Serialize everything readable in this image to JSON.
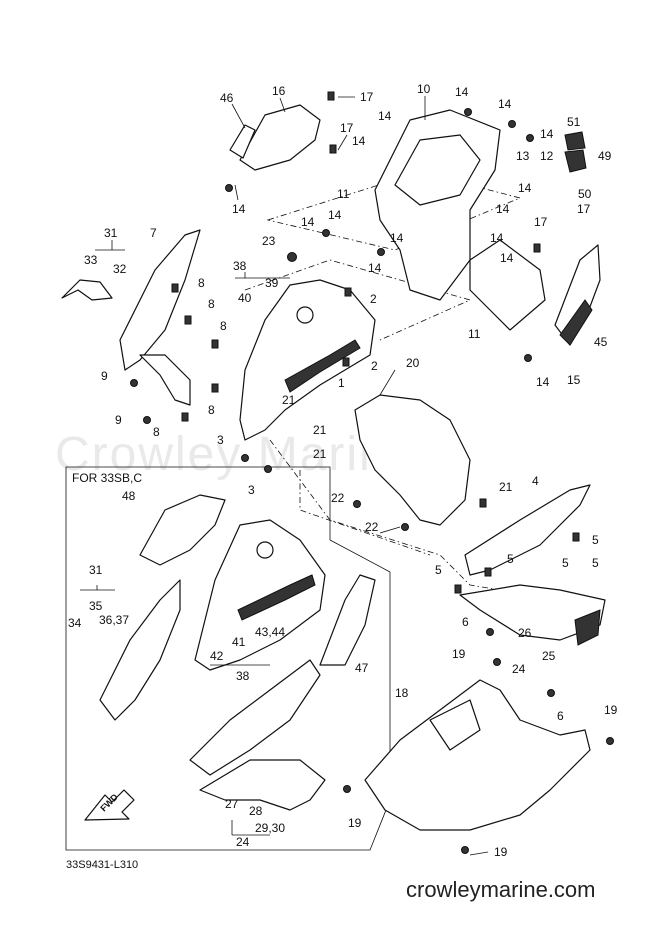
{
  "diagram": {
    "watermark": "Crowley Marine",
    "footer": "crowleymarine.com",
    "code": "33S9431-L310",
    "inset_title": "FOR 33SB,C",
    "fwd": "FWD",
    "labels": [
      {
        "id": "l46",
        "text": "46"
      },
      {
        "id": "l16",
        "text": "16"
      },
      {
        "id": "l17a",
        "text": "17"
      },
      {
        "id": "l17b",
        "text": "17"
      },
      {
        "id": "l14a",
        "text": "14"
      },
      {
        "id": "l10",
        "text": "10"
      },
      {
        "id": "l14b",
        "text": "14"
      },
      {
        "id": "l14c",
        "text": "14"
      },
      {
        "id": "l14d",
        "text": "14"
      },
      {
        "id": "l14e",
        "text": "14"
      },
      {
        "id": "l14f",
        "text": "14"
      },
      {
        "id": "l13",
        "text": "13"
      },
      {
        "id": "l12",
        "text": "12"
      },
      {
        "id": "l51",
        "text": "51"
      },
      {
        "id": "l49",
        "text": "49"
      },
      {
        "id": "l14g",
        "text": "14"
      },
      {
        "id": "l11a",
        "text": "11"
      },
      {
        "id": "l50",
        "text": "50"
      },
      {
        "id": "l14h",
        "text": "14"
      },
      {
        "id": "l17c",
        "text": "17"
      },
      {
        "id": "l14i",
        "text": "14"
      },
      {
        "id": "l14j",
        "text": "14"
      },
      {
        "id": "l17d",
        "text": "17"
      },
      {
        "id": "l14k",
        "text": "14"
      },
      {
        "id": "l14l",
        "text": "14"
      },
      {
        "id": "l14m",
        "text": "14"
      },
      {
        "id": "l14n",
        "text": "14"
      },
      {
        "id": "l23",
        "text": "23"
      },
      {
        "id": "l31a",
        "text": "31"
      },
      {
        "id": "l7",
        "text": "7"
      },
      {
        "id": "l33",
        "text": "33"
      },
      {
        "id": "l32",
        "text": "32"
      },
      {
        "id": "l38a",
        "text": "38"
      },
      {
        "id": "l39",
        "text": "39"
      },
      {
        "id": "l40",
        "text": "40"
      },
      {
        "id": "l2a",
        "text": "2"
      },
      {
        "id": "l2b",
        "text": "2"
      },
      {
        "id": "l8a",
        "text": "8"
      },
      {
        "id": "l8b",
        "text": "8"
      },
      {
        "id": "l8c",
        "text": "8"
      },
      {
        "id": "l8d",
        "text": "8"
      },
      {
        "id": "l8e",
        "text": "8"
      },
      {
        "id": "l11b",
        "text": "11"
      },
      {
        "id": "l45",
        "text": "45"
      },
      {
        "id": "l15",
        "text": "15"
      },
      {
        "id": "l14o",
        "text": "14"
      },
      {
        "id": "l9a",
        "text": "9"
      },
      {
        "id": "l9b",
        "text": "9"
      },
      {
        "id": "l1",
        "text": "1"
      },
      {
        "id": "l20",
        "text": "20"
      },
      {
        "id": "l21a",
        "text": "21"
      },
      {
        "id": "l21b",
        "text": "21"
      },
      {
        "id": "l21c",
        "text": "21"
      },
      {
        "id": "l21d",
        "text": "21"
      },
      {
        "id": "l3a",
        "text": "3"
      },
      {
        "id": "l3b",
        "text": "3"
      },
      {
        "id": "l22a",
        "text": "22"
      },
      {
        "id": "l22b",
        "text": "22"
      },
      {
        "id": "l4",
        "text": "4"
      },
      {
        "id": "l5a",
        "text": "5"
      },
      {
        "id": "l5b",
        "text": "5"
      },
      {
        "id": "l5c",
        "text": "5"
      },
      {
        "id": "l5d",
        "text": "5"
      },
      {
        "id": "l5e",
        "text": "5"
      },
      {
        "id": "l48",
        "text": "48"
      },
      {
        "id": "l31b",
        "text": "31"
      },
      {
        "id": "l35",
        "text": "35"
      },
      {
        "id": "l34",
        "text": "34"
      },
      {
        "id": "l3637",
        "text": "36,37"
      },
      {
        "id": "l41",
        "text": "41"
      },
      {
        "id": "l4344",
        "text": "43,44"
      },
      {
        "id": "l42",
        "text": "42"
      },
      {
        "id": "l38b",
        "text": "38"
      },
      {
        "id": "l47",
        "text": "47"
      },
      {
        "id": "l6a",
        "text": "6"
      },
      {
        "id": "l26",
        "text": "26"
      },
      {
        "id": "l25",
        "text": "25"
      },
      {
        "id": "l19a",
        "text": "19"
      },
      {
        "id": "l24a",
        "text": "24"
      },
      {
        "id": "l18",
        "text": "18"
      },
      {
        "id": "l6b",
        "text": "6"
      },
      {
        "id": "l19b",
        "text": "19"
      },
      {
        "id": "l27",
        "text": "27"
      },
      {
        "id": "l28",
        "text": "28"
      },
      {
        "id": "l2930",
        "text": "29,30"
      },
      {
        "id": "l24b",
        "text": "24"
      },
      {
        "id": "l19c",
        "text": "19"
      },
      {
        "id": "l19d",
        "text": "19"
      }
    ]
  }
}
